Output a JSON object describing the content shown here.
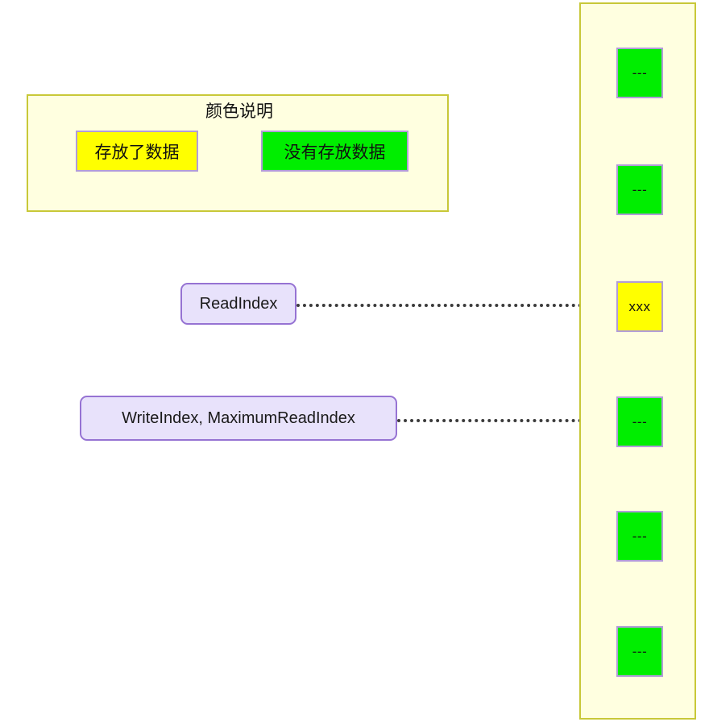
{
  "legend": {
    "title": "颜色说明",
    "items": [
      {
        "label": "存放了数据",
        "color": "#ffff00",
        "name": "legend-swatch-filled"
      },
      {
        "label": "没有存放数据",
        "color": "#00ee00",
        "name": "legend-swatch-empty"
      }
    ],
    "panel_bg": "#ffffe0",
    "panel_border": "#c8c838"
  },
  "buffer": {
    "container_bg": "#ffffe0",
    "container_border": "#c8c838",
    "cell_border": "#b19cd9",
    "cells": [
      {
        "text": "---",
        "state": "empty",
        "color": "#00ee00"
      },
      {
        "text": "---",
        "state": "empty",
        "color": "#00ee00"
      },
      {
        "text": "xxx",
        "state": "filled",
        "color": "#ffff00"
      },
      {
        "text": "---",
        "state": "empty",
        "color": "#00ee00"
      },
      {
        "text": "---",
        "state": "empty",
        "color": "#00ee00"
      },
      {
        "text": "---",
        "state": "empty",
        "color": "#00ee00"
      }
    ]
  },
  "pointers": [
    {
      "label": "ReadIndex",
      "target_cell": 2,
      "box_bg": "#e8e2fb",
      "box_border": "#9673d3"
    },
    {
      "label": "WriteIndex, MaximumReadIndex",
      "target_cell": 3,
      "box_bg": "#e8e2fb",
      "box_border": "#9673d3"
    }
  ],
  "arrows": {
    "style": "dotted",
    "color": "#3b3b3b",
    "head": "filled-triangle-right"
  }
}
